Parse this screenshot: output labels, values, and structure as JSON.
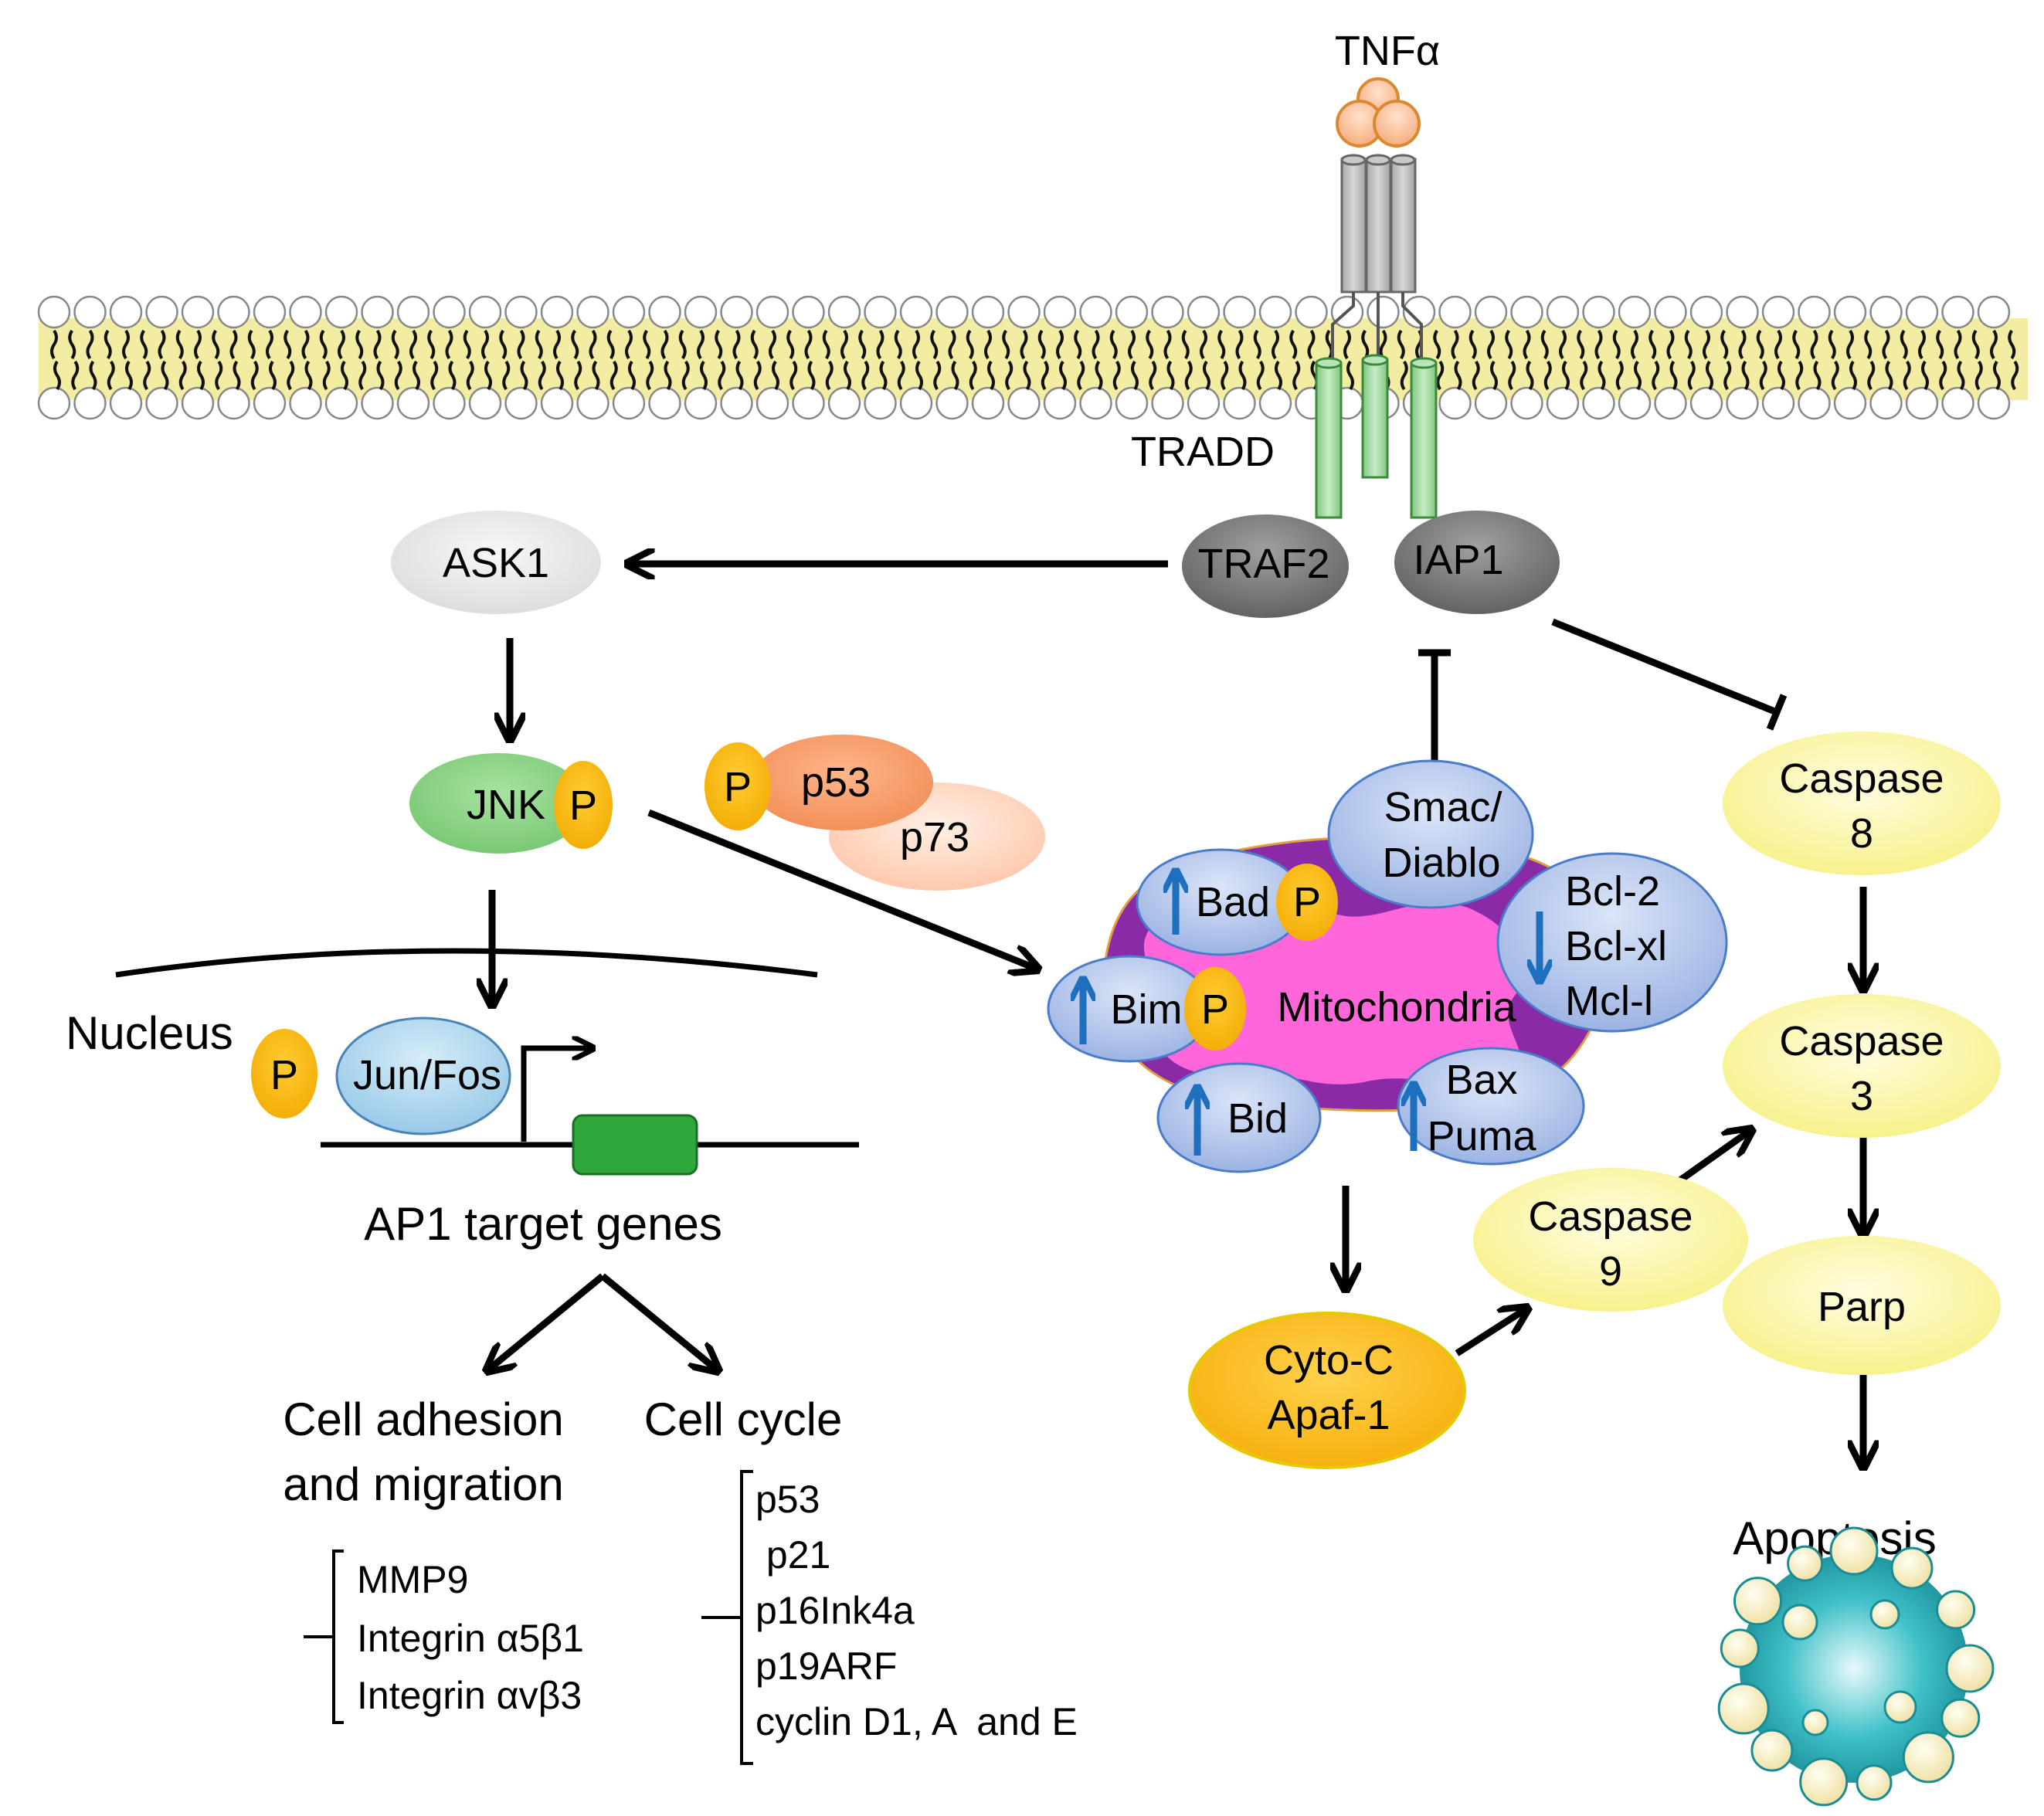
{
  "labels": {
    "tnfa": "TNFα",
    "tradd": "TRADD",
    "traf2": "TRAF2",
    "iap1": "IAP1",
    "ask1": "ASK1",
    "jnk": "JNK",
    "p": "P",
    "p53": "p53",
    "p73": "p73",
    "nucleus": "Nucleus",
    "jun_fos": "Jun/Fos",
    "ap1_target_genes": "AP1 target genes",
    "cell_adhesion_line1": "Cell adhesion",
    "cell_adhesion_line2": "and migration",
    "cell_cycle": "Cell cycle",
    "smac_line1": "Smac/",
    "smac_line2": "Diablo",
    "bad": "Bad",
    "bim": "Bim",
    "bid": "Bid",
    "bax": "Bax",
    "puma": "Puma",
    "bcl2": "Bcl-2",
    "bclxl": "Bcl-xl",
    "mcl1": "Mcl-l",
    "mitochondria": "Mitochondria",
    "cyto_c": "Cyto-C",
    "apaf1": "Apaf-1",
    "caspase": "Caspase",
    "caspase8_num": "8",
    "caspase3_num": "3",
    "caspase9_num": "9",
    "parp": "Parp",
    "apoptosis": "Apoptosis"
  },
  "adhesion_genes": [
    "MMP9",
    "Integrin α5β1",
    "Integrin αvβ3"
  ],
  "cell_cycle_genes": [
    "p53",
    " p21",
    "p16Ink4a",
    "p19ARF",
    "cyclin D1, A  and E"
  ],
  "colors": {
    "membrane_fill": "#f2eda3",
    "phosphate": "#f6b400",
    "jnk": "#8fd48a",
    "mito": "#ff66d9",
    "mito_inner": "#8a2aa6",
    "bcl_protein": "#aabde8",
    "caspase": "#fdf8a6",
    "cyto_c": "#ffbf00",
    "traf": "#7f7f7f",
    "ask1": "#e8e8e8",
    "up_arrow": "#1f6fbf",
    "gene_box": "#2ea83a"
  }
}
